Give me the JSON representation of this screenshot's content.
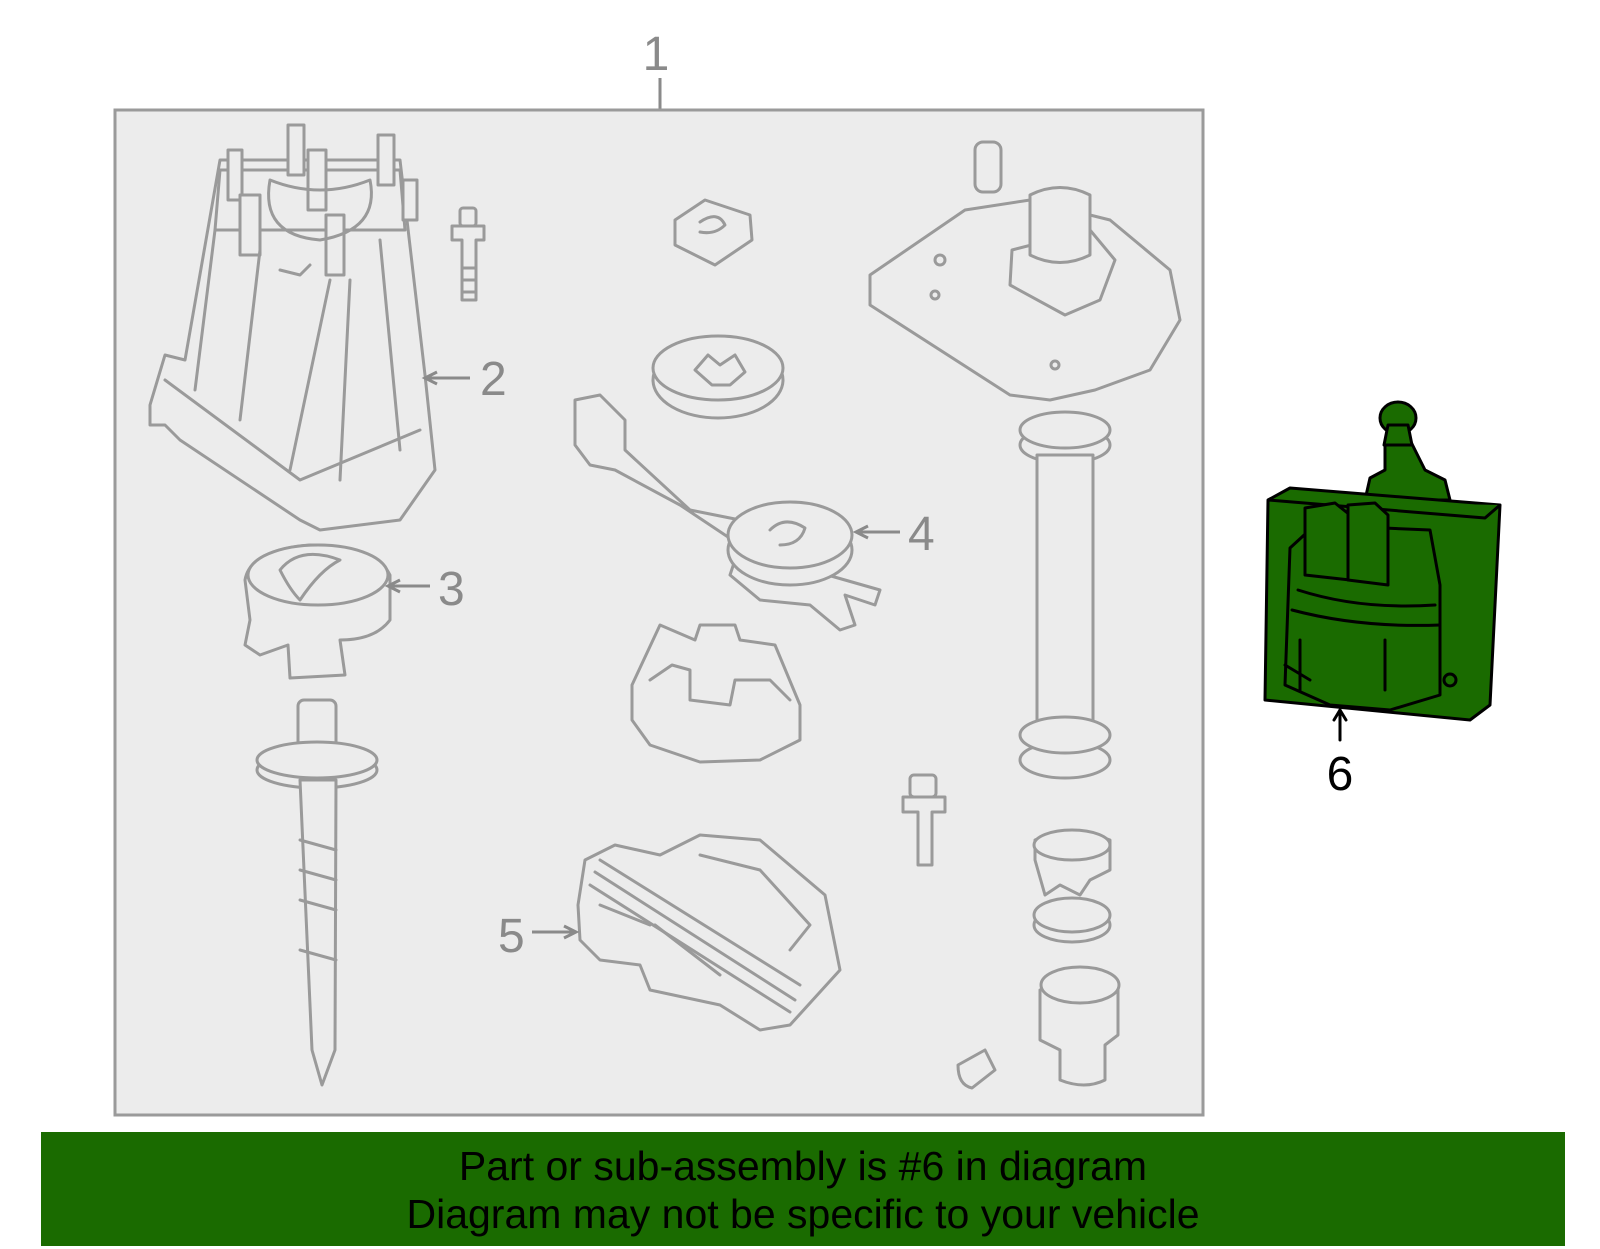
{
  "callouts": {
    "c1": "1",
    "c2": "2",
    "c3": "3",
    "c4": "4",
    "c5": "5",
    "c6": "6"
  },
  "banner": {
    "line1": "Part or sub-assembly is #6 in diagram",
    "line2": "Diagram may not be specific to your vehicle"
  },
  "colors": {
    "highlight": "#1a6b00",
    "part_outline": "#9a9a9a",
    "panel_fill": "#ececec"
  }
}
